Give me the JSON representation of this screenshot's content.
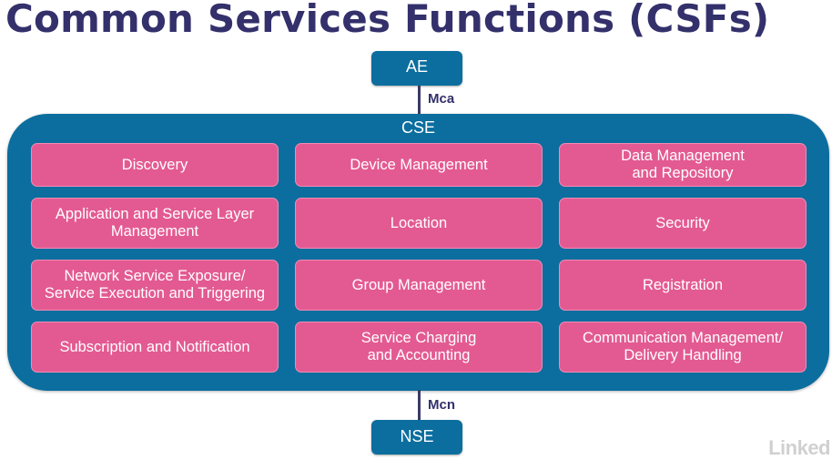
{
  "title": "Common Services Functions (CSFs)",
  "ae": "AE",
  "mca": "Mca",
  "cse": "CSE",
  "mcn": "Mcn",
  "nse": "NSE",
  "csfs": [
    "Discovery",
    "Device Management",
    "Data Management\nand Repository",
    "Application and Service Layer\nManagement",
    "Location",
    "Security",
    "Network Service Exposure/\nService Execution and Triggering",
    "Group Management",
    "Registration",
    "Subscription and Notification",
    "Service Charging\nand Accounting",
    "Communication Management/\nDelivery Handling"
  ],
  "watermark": "Linked",
  "colors": {
    "title": "#33306b",
    "node_blue": "#0b6e9e",
    "csf_pink": "#e35a92"
  }
}
